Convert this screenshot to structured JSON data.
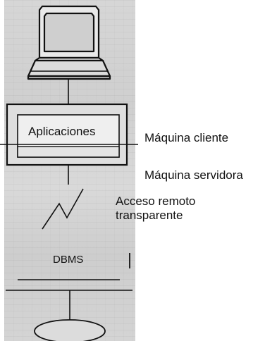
{
  "diagram": {
    "applications_label": "Aplicaciones",
    "client_machine_label": "Máquina cliente",
    "server_machine_label": "Máquina servidora",
    "remote_access_label": "Acceso remoto transparente",
    "dbms_label": "DBMS"
  },
  "icons": [
    "computer-terminal-icon",
    "database-disk-icon",
    "network-link-icon"
  ],
  "colors": {
    "ink": "#111111",
    "scan_background": "#d3d3d3",
    "panel_fill": "#dedede"
  }
}
